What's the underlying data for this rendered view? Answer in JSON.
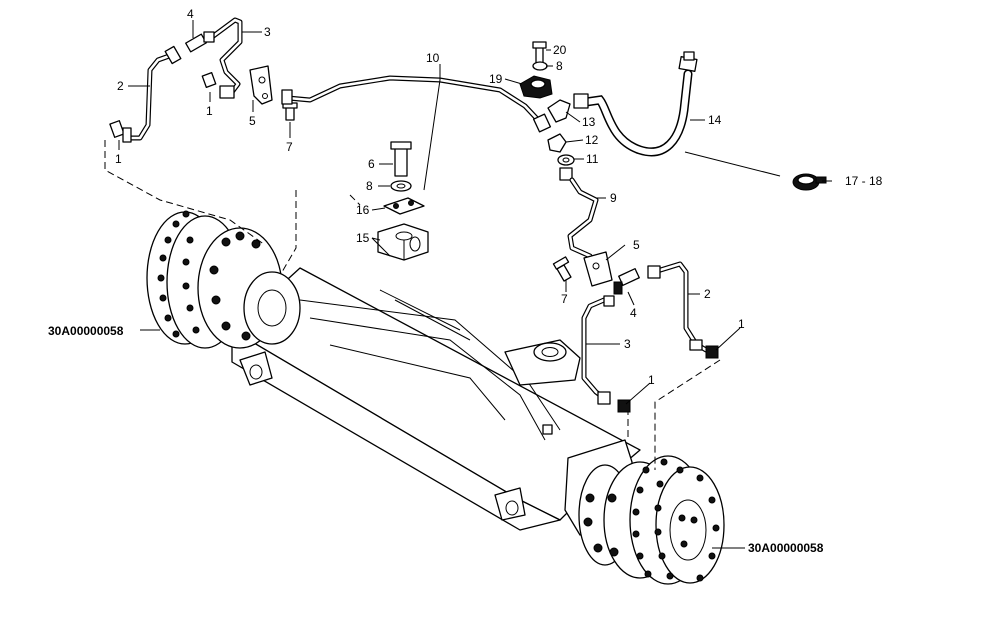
{
  "callouts": {
    "c1a": "1",
    "c1b": "1",
    "c1c": "1",
    "c1d": "1",
    "c2a": "2",
    "c2b": "2",
    "c3a": "3",
    "c3b": "3",
    "c4a": "4",
    "c4b": "4",
    "c5a": "5",
    "c5b": "5",
    "c6": "6",
    "c7a": "7",
    "c7b": "7",
    "c8a": "8",
    "c8b": "8",
    "c9": "9",
    "c10": "10",
    "c11": "11",
    "c12": "12",
    "c13": "13",
    "c14": "14",
    "c15": "15",
    "c16": "16",
    "c17_18": "17 - 18",
    "c19": "19",
    "c20": "20"
  },
  "references": {
    "left_hub": "30A00000058",
    "right_hub": "30A00000058"
  }
}
